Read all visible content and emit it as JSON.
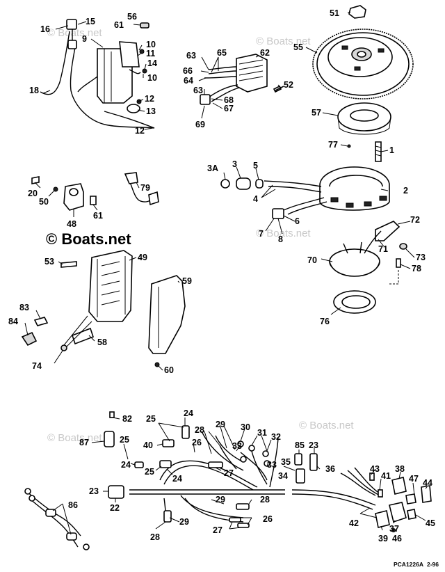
{
  "watermarks": {
    "small": "© Boats.net",
    "large": "© Boats.net"
  },
  "drawing_code": "PCA1226A",
  "drawing_date": "2-96",
  "labels": [
    {
      "key": "15",
      "text": "15"
    },
    {
      "key": "16",
      "text": "16"
    },
    {
      "key": "9",
      "text": "9"
    },
    {
      "key": "56",
      "text": "56"
    },
    {
      "key": "61a",
      "text": "61"
    },
    {
      "key": "10a",
      "text": "10"
    },
    {
      "key": "11",
      "text": "11"
    },
    {
      "key": "14",
      "text": "14"
    },
    {
      "key": "10b",
      "text": "10"
    },
    {
      "key": "18",
      "text": "18"
    },
    {
      "key": "12a",
      "text": "12"
    },
    {
      "key": "13",
      "text": "13"
    },
    {
      "key": "12b",
      "text": "12"
    },
    {
      "key": "63a",
      "text": "63"
    },
    {
      "key": "65",
      "text": "65"
    },
    {
      "key": "62",
      "text": "62"
    },
    {
      "key": "66",
      "text": "66"
    },
    {
      "key": "64",
      "text": "64"
    },
    {
      "key": "63b",
      "text": "63"
    },
    {
      "key": "68",
      "text": "68"
    },
    {
      "key": "67",
      "text": "67"
    },
    {
      "key": "69",
      "text": "69"
    },
    {
      "key": "52",
      "text": "52"
    },
    {
      "key": "51",
      "text": "51"
    },
    {
      "key": "55",
      "text": "55"
    },
    {
      "key": "57",
      "text": "57"
    },
    {
      "key": "77",
      "text": "77"
    },
    {
      "key": "1",
      "text": "1"
    },
    {
      "key": "3A",
      "text": "3A"
    },
    {
      "key": "3",
      "text": "3"
    },
    {
      "key": "5",
      "text": "5"
    },
    {
      "key": "4",
      "text": "4"
    },
    {
      "key": "2",
      "text": "2"
    },
    {
      "key": "7",
      "text": "7"
    },
    {
      "key": "6",
      "text": "6"
    },
    {
      "key": "8",
      "text": "8"
    },
    {
      "key": "72",
      "text": "72"
    },
    {
      "key": "71",
      "text": "71"
    },
    {
      "key": "73",
      "text": "73"
    },
    {
      "key": "70",
      "text": "70"
    },
    {
      "key": "78",
      "text": "78"
    },
    {
      "key": "76",
      "text": "76"
    },
    {
      "key": "20",
      "text": "20"
    },
    {
      "key": "50",
      "text": "50"
    },
    {
      "key": "79",
      "text": "79"
    },
    {
      "key": "61b",
      "text": "61"
    },
    {
      "key": "48",
      "text": "48"
    },
    {
      "key": "53",
      "text": "53"
    },
    {
      "key": "49",
      "text": "49"
    },
    {
      "key": "59",
      "text": "59"
    },
    {
      "key": "83",
      "text": "83"
    },
    {
      "key": "84",
      "text": "84"
    },
    {
      "key": "58",
      "text": "58"
    },
    {
      "key": "74",
      "text": "74"
    },
    {
      "key": "60",
      "text": "60"
    },
    {
      "key": "82",
      "text": "82"
    },
    {
      "key": "25a",
      "text": "25"
    },
    {
      "key": "24a",
      "text": "24"
    },
    {
      "key": "28a",
      "text": "28"
    },
    {
      "key": "29a",
      "text": "29"
    },
    {
      "key": "30",
      "text": "30"
    },
    {
      "key": "31",
      "text": "31"
    },
    {
      "key": "32",
      "text": "32"
    },
    {
      "key": "87",
      "text": "87"
    },
    {
      "key": "25b",
      "text": "25"
    },
    {
      "key": "40",
      "text": "40"
    },
    {
      "key": "26a",
      "text": "26"
    },
    {
      "key": "33a",
      "text": "33"
    },
    {
      "key": "85",
      "text": "85"
    },
    {
      "key": "23a",
      "text": "23"
    },
    {
      "key": "24b",
      "text": "24"
    },
    {
      "key": "25c",
      "text": "25"
    },
    {
      "key": "24c",
      "text": "24"
    },
    {
      "key": "27a",
      "text": "27"
    },
    {
      "key": "33b",
      "text": "33"
    },
    {
      "key": "35",
      "text": "35"
    },
    {
      "key": "36",
      "text": "36"
    },
    {
      "key": "34",
      "text": "34"
    },
    {
      "key": "43",
      "text": "43"
    },
    {
      "key": "38",
      "text": "38"
    },
    {
      "key": "41",
      "text": "41"
    },
    {
      "key": "47",
      "text": "47"
    },
    {
      "key": "44",
      "text": "44"
    },
    {
      "key": "23b",
      "text": "23"
    },
    {
      "key": "22",
      "text": "22"
    },
    {
      "key": "86",
      "text": "86"
    },
    {
      "key": "29b",
      "text": "29"
    },
    {
      "key": "28b",
      "text": "28"
    },
    {
      "key": "29c",
      "text": "29"
    },
    {
      "key": "26b",
      "text": "26"
    },
    {
      "key": "27b",
      "text": "27"
    },
    {
      "key": "28c",
      "text": "28"
    },
    {
      "key": "42",
      "text": "42"
    },
    {
      "key": "37",
      "text": "37"
    },
    {
      "key": "45",
      "text": "45"
    },
    {
      "key": "39",
      "text": "39"
    },
    {
      "key": "46",
      "text": "46"
    }
  ]
}
